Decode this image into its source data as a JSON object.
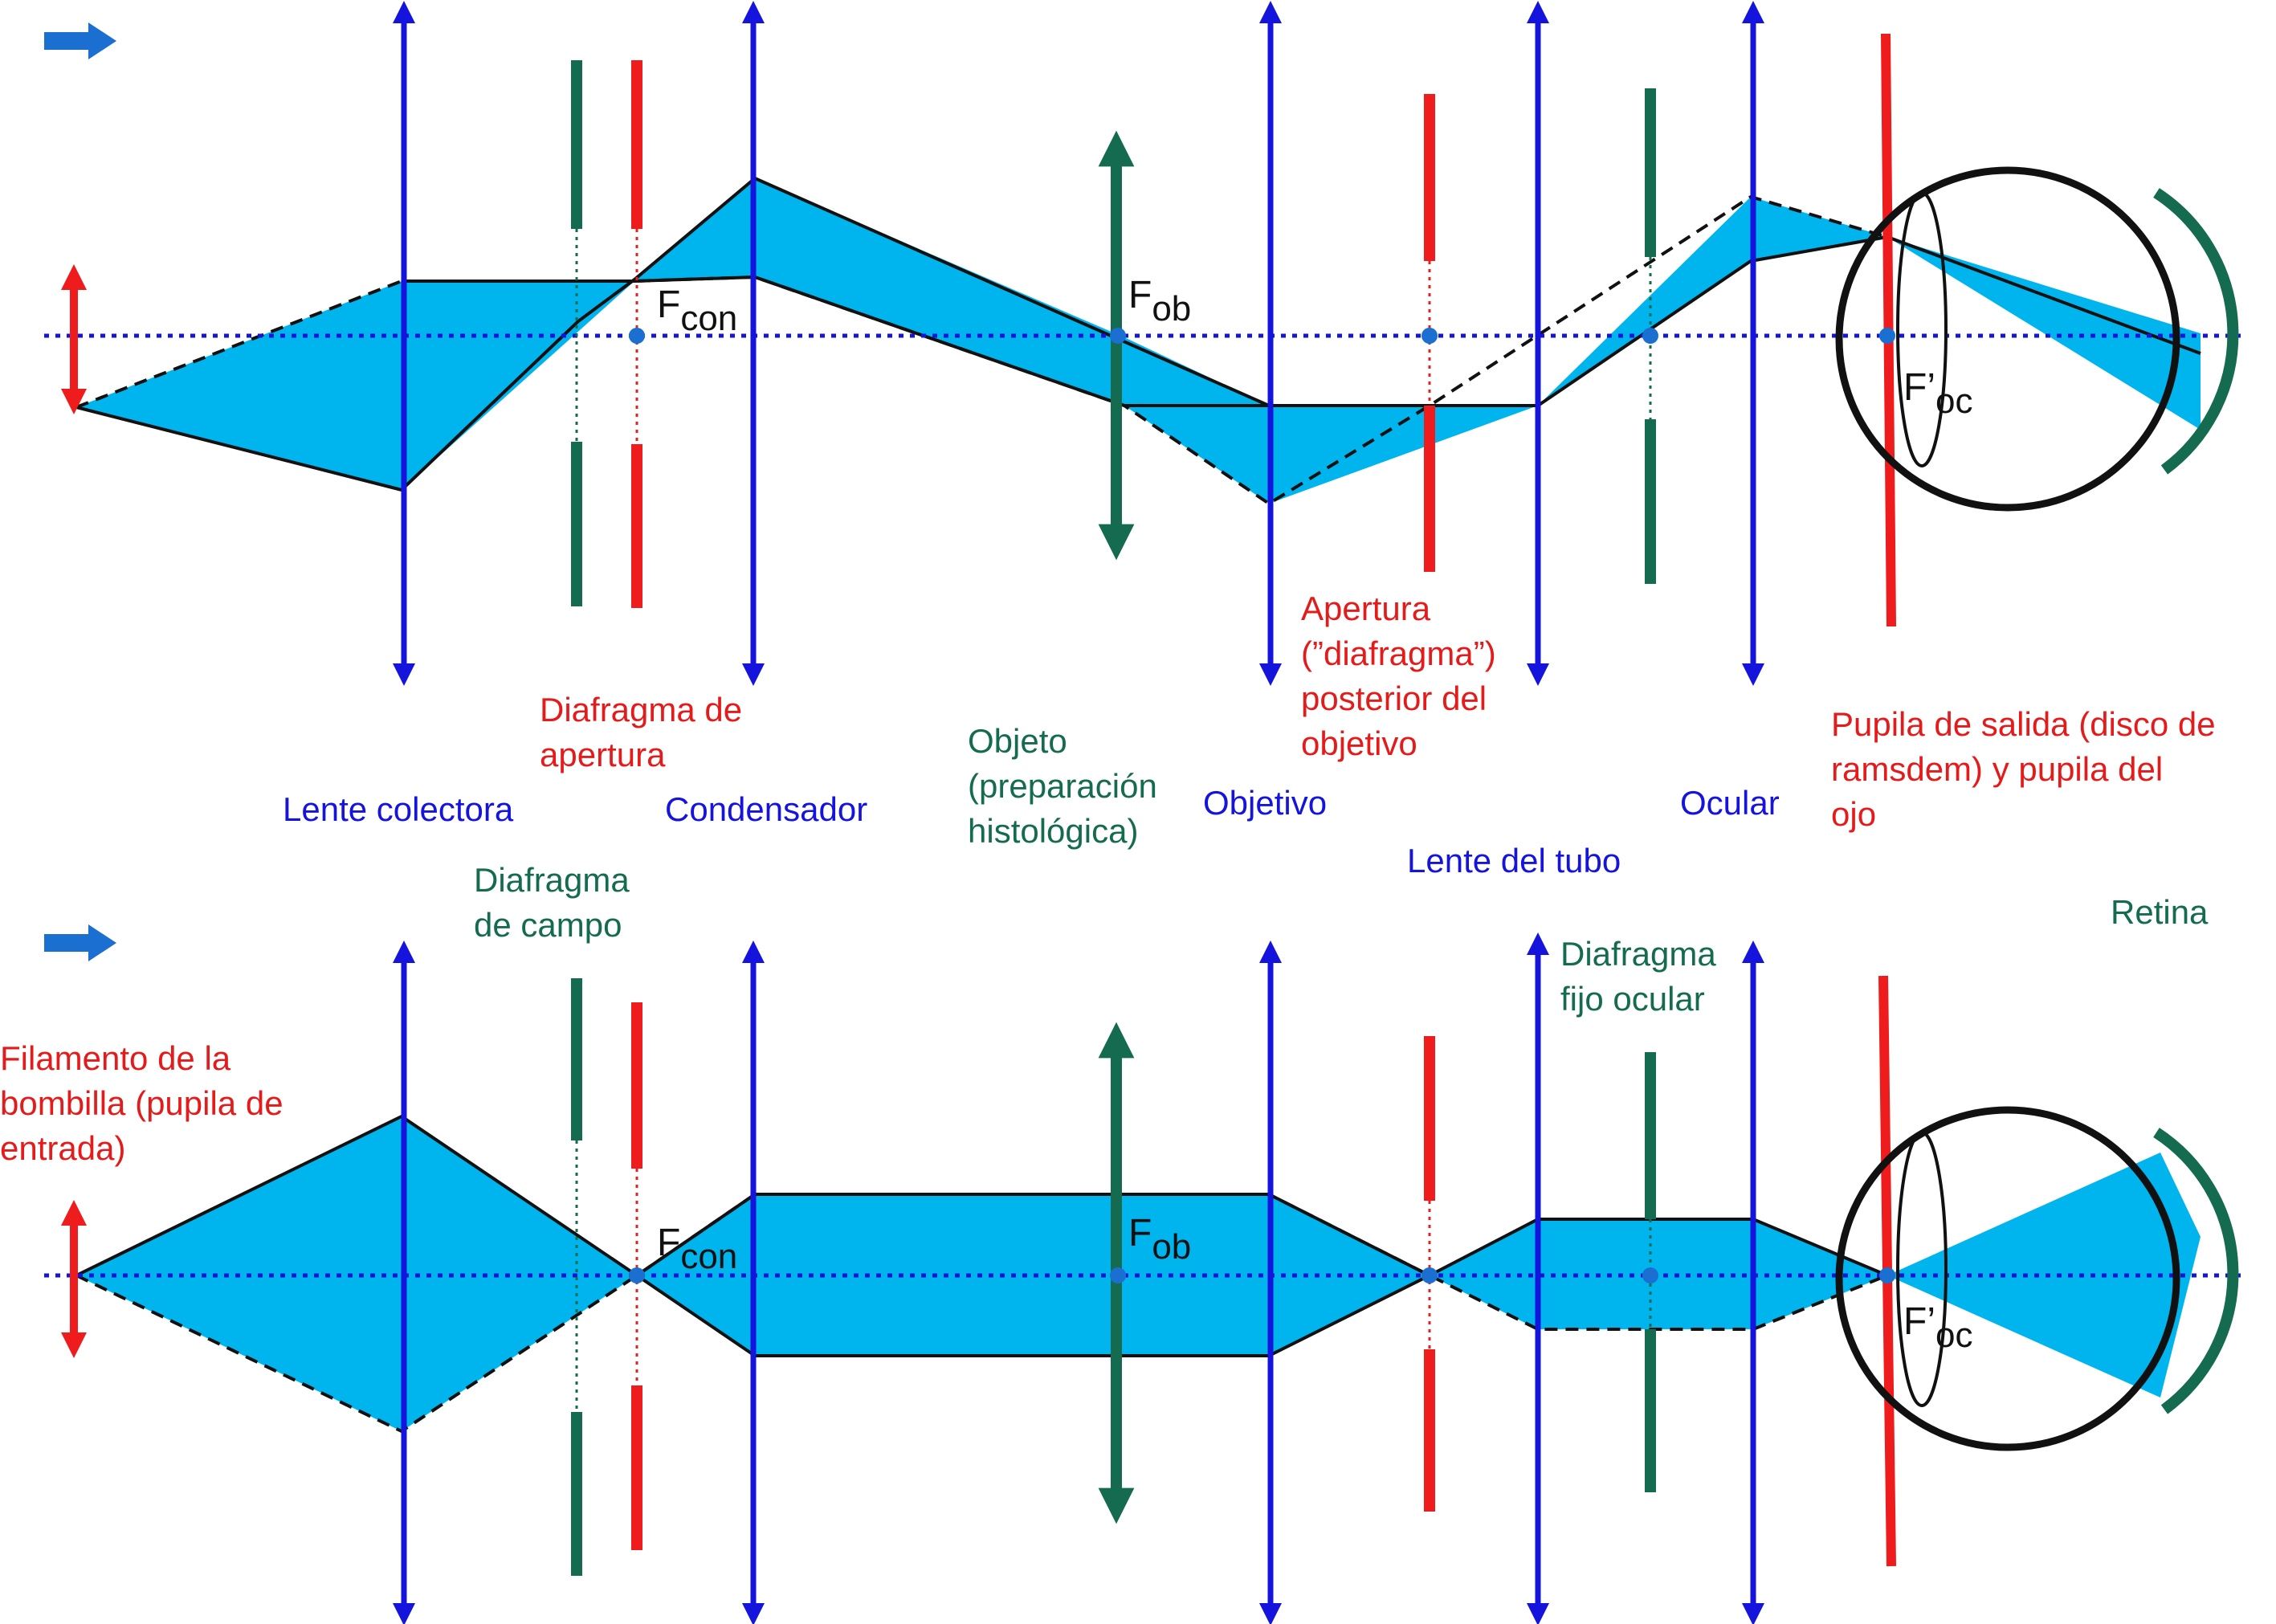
{
  "colors": {
    "lens": "#1414dc",
    "aperture_stop": "#ee1c1c",
    "field_stop": "#146b4f",
    "beam_fill": "#00b4ee",
    "axis": "#1414dc",
    "focus_point": "#1a6fd0",
    "eye": "#111111",
    "retina": "#146b4f",
    "arrow_icon": "#1a6fd0"
  },
  "icons": [
    "right-arrow-icon",
    "double-arrow-icon"
  ],
  "labels": {
    "lente_colectora": "Lente colectora",
    "condensador": "Condensador",
    "objetivo": "Objetivo",
    "ocular": "Ocular",
    "lente_del_tubo": "Lente del tubo",
    "diafragma_apertura": [
      "Diafragma de",
      "apertura"
    ],
    "diafragma_campo": [
      "Diafragma",
      "de campo"
    ],
    "objeto": [
      "Objeto",
      "(preparación",
      "histológica)"
    ],
    "apertura_posterior": [
      "Apertura",
      "(”diafragma”)",
      "posterior del",
      "objetivo"
    ],
    "pupila_salida": [
      "Pupila de salida (disco de",
      "ramsdem) y pupila del",
      "ojo"
    ],
    "retina": "Retina",
    "diafragma_fijo": [
      "Diafragma",
      "fijo ocular"
    ],
    "filamento": [
      "Filamento de la",
      "bombilla (pupila de",
      "entrada)"
    ]
  },
  "focal_labels": {
    "f_con": {
      "main": "F",
      "sub": "con"
    },
    "f_ob": {
      "main": "F",
      "sub": "ob"
    },
    "f_oc": {
      "main": "F’",
      "sub": "oc"
    }
  }
}
